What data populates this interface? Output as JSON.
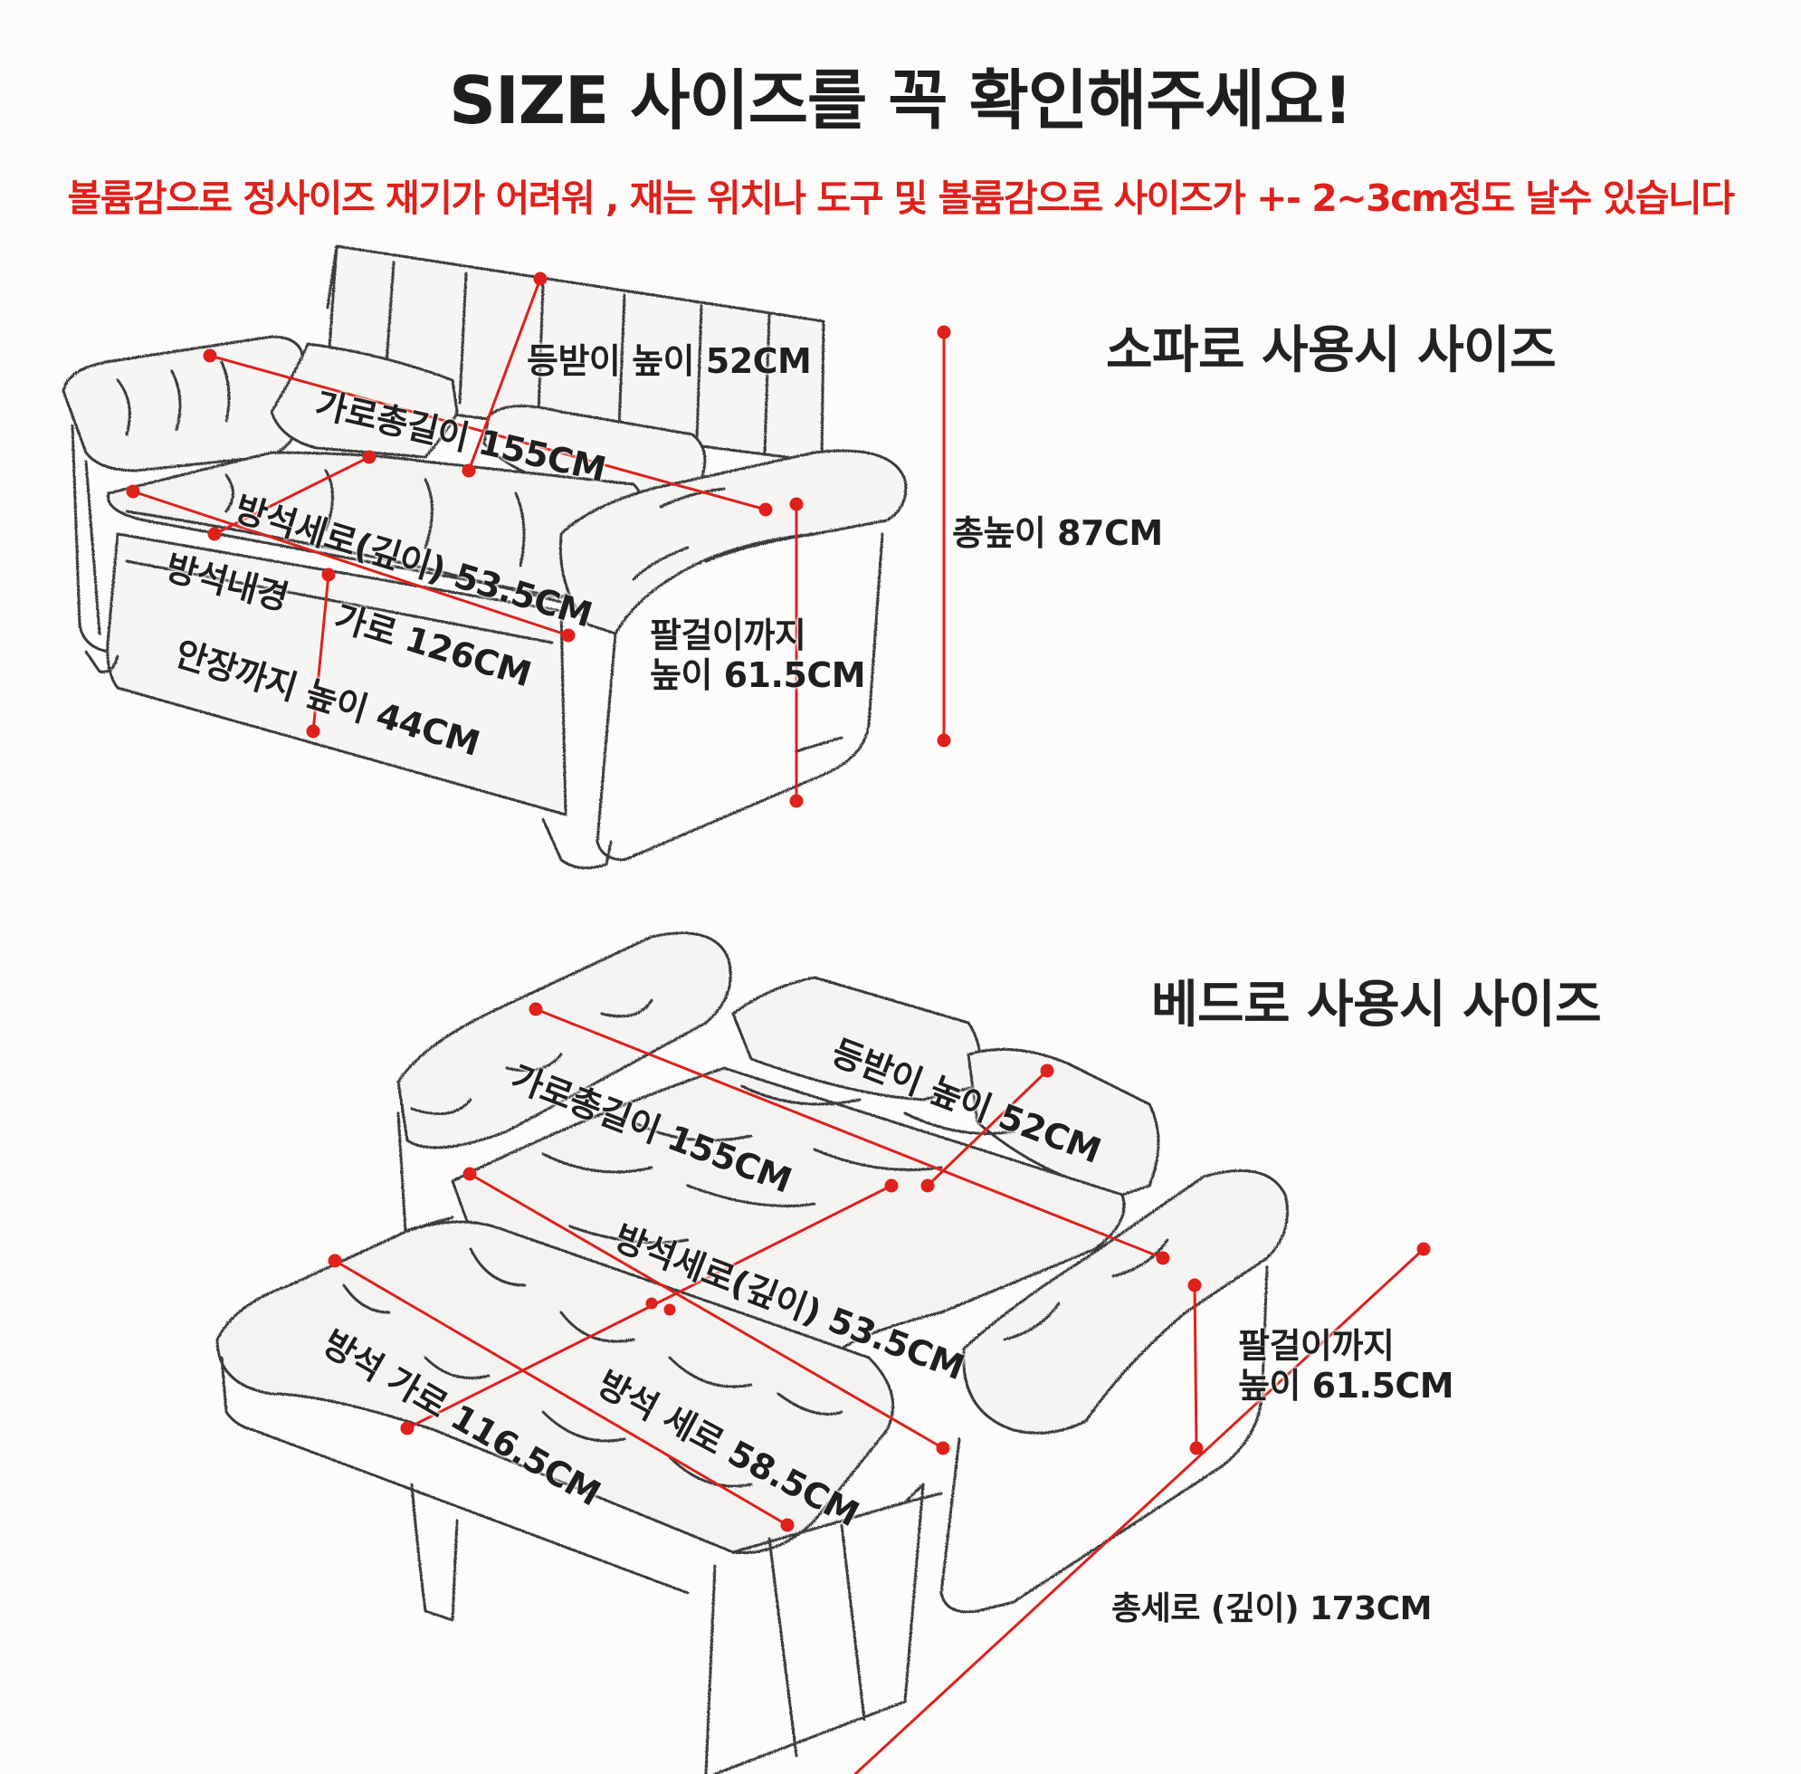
{
  "header": {
    "title": "SIZE 사이즈를 꼭  확인해주세요!",
    "notice": "볼륨감으로 정사이즈 재기가 어려워 , 재는 위치나 도구  및 볼륨감으로 사이즈가  +- 2~3cm정도 날수 있습니다"
  },
  "sofa_section": {
    "title": "소파로 사용시 사이즈",
    "labels": {
      "back_height": "등받이 높이 52CM",
      "total_width": "가로총길이 155CM",
      "cushion_depth": "방석세로(깊이) 53.5CM",
      "cushion_inner": "방석내경",
      "cushion_width": "가로 126CM",
      "seat_height": "안장까지 높이 44CM",
      "arm_height_line1": "팔걸이까지",
      "arm_height_line2": "높이 61.5CM",
      "total_height": "총높이 87CM"
    }
  },
  "bed_section": {
    "title": "베드로 사용시 사이즈",
    "labels": {
      "total_width": "가로총길이 155CM",
      "back_height": "등받이 높이 52CM",
      "cushion_depth": "방석세로(깊이) 53.5CM",
      "mat_width": "방석 가로 116.5CM",
      "mat_depth": "방석 세로 58.5CM",
      "arm_height_line1": "팔걸이까지",
      "arm_height_line2": "높이 61.5CM",
      "total_depth": "총세로 (깊이) 173CM"
    }
  },
  "colors": {
    "measure_line": "#e0201b",
    "sketch_stroke": "#3a3a3a",
    "text": "#1f1f1f",
    "background": "#fdfcfa"
  }
}
